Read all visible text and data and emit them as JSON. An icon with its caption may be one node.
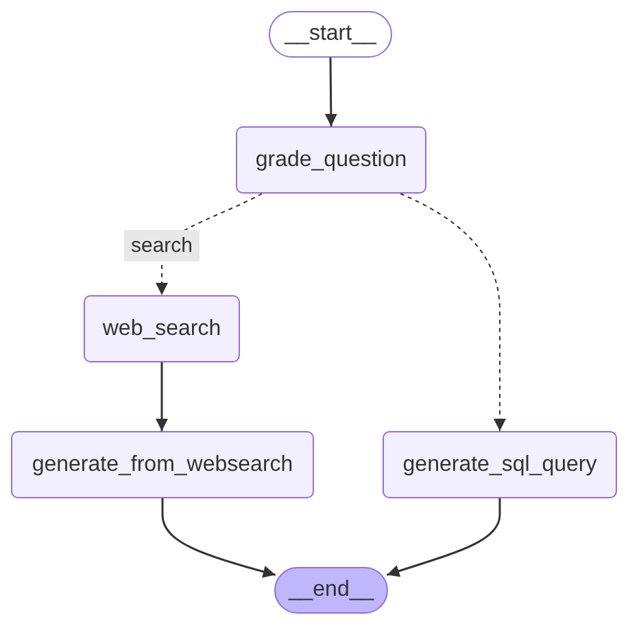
{
  "diagram": {
    "nodes": [
      {
        "text": [
          "__start__"
        ]
      },
      {
        "text": [
          "grade_question"
        ]
      },
      {
        "text": [
          "web_search"
        ]
      },
      {
        "text": [
          "generate_from_websearch"
        ]
      },
      {
        "text": [
          "generate_sql_query"
        ]
      },
      {
        "text": [
          "__end__"
        ]
      }
    ],
    "edges": [
      {
        "from": 0,
        "to": 1,
        "arrow": "to"
      },
      {
        "from": 1,
        "to": 2,
        "arrow": "to",
        "label": "search",
        "style": "dashed"
      },
      {
        "from": 1,
        "to": 4,
        "arrow": "to",
        "style": "dashed"
      },
      {
        "from": 2,
        "to": 3,
        "arrow": "to"
      },
      {
        "from": 3,
        "to": 5,
        "arrow": "to"
      },
      {
        "from": 4,
        "to": 5,
        "arrow": "to"
      }
    ]
  }
}
